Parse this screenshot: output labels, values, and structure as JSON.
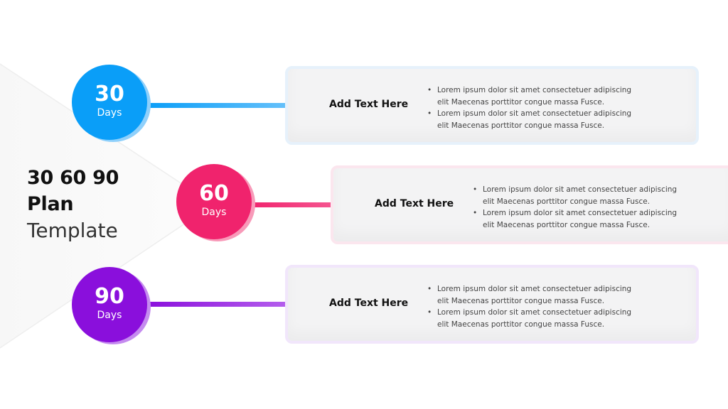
{
  "title": {
    "line1": "30 60 90",
    "line2": "Plan",
    "line3": "Template"
  },
  "colors": {
    "blue": "#0a9ef8",
    "pink": "#f0236d",
    "purple": "#8a0fdc"
  },
  "bullet_symbol": "•",
  "stages": [
    {
      "number": "30",
      "unit": "Days",
      "heading": "Add Text Here",
      "bullets": [
        "Lorem ipsum dolor sit amet consectetuer adipiscing elit Maecenas porttitor congue massa Fusce.",
        "Lorem ipsum dolor sit amet consectetuer adipiscing elit Maecenas porttitor congue massa Fusce."
      ]
    },
    {
      "number": "60",
      "unit": "Days",
      "heading": "Add Text Here",
      "bullets": [
        "Lorem ipsum dolor sit amet consectetuer adipiscing elit Maecenas porttitor congue massa Fusce.",
        "Lorem ipsum dolor sit amet consectetuer adipiscing elit Maecenas porttitor congue massa Fusce."
      ]
    },
    {
      "number": "90",
      "unit": "Days",
      "heading": "Add Text Here",
      "bullets": [
        "Lorem ipsum dolor sit amet consectetuer adipiscing elit Maecenas porttitor congue massa Fusce.",
        "Lorem ipsum dolor sit amet consectetuer adipiscing elit Maecenas porttitor congue massa Fusce."
      ]
    }
  ]
}
